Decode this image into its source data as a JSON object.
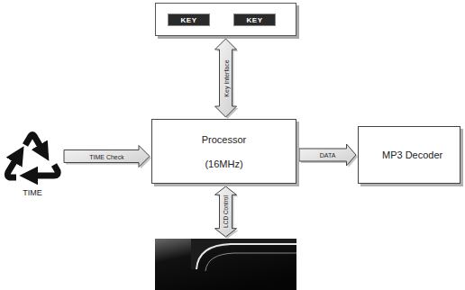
{
  "diagram": {
    "nodes": [
      {
        "text": []
      },
      {
        "text": [
          "KEY"
        ],
        "in": 0
      },
      {
        "text": [
          "KEY"
        ],
        "in": 0
      },
      {
        "text": [
          "Processor",
          "(16MHz)"
        ]
      },
      {
        "text": [
          "TIME"
        ]
      },
      {
        "text": [
          "MP3 Decoder"
        ]
      },
      {
        "text": []
      }
    ],
    "edges": [
      {
        "from": 0,
        "to": 3,
        "label": "Key Interface",
        "arrow": "both"
      },
      {
        "from": 4,
        "to": 3,
        "label": "TIME Check",
        "arrow": "to"
      },
      {
        "from": 3,
        "to": 5,
        "label": "DATA",
        "arrow": "to"
      },
      {
        "from": 3,
        "to": 6,
        "label": "LCD Control",
        "arrow": "both"
      }
    ]
  }
}
